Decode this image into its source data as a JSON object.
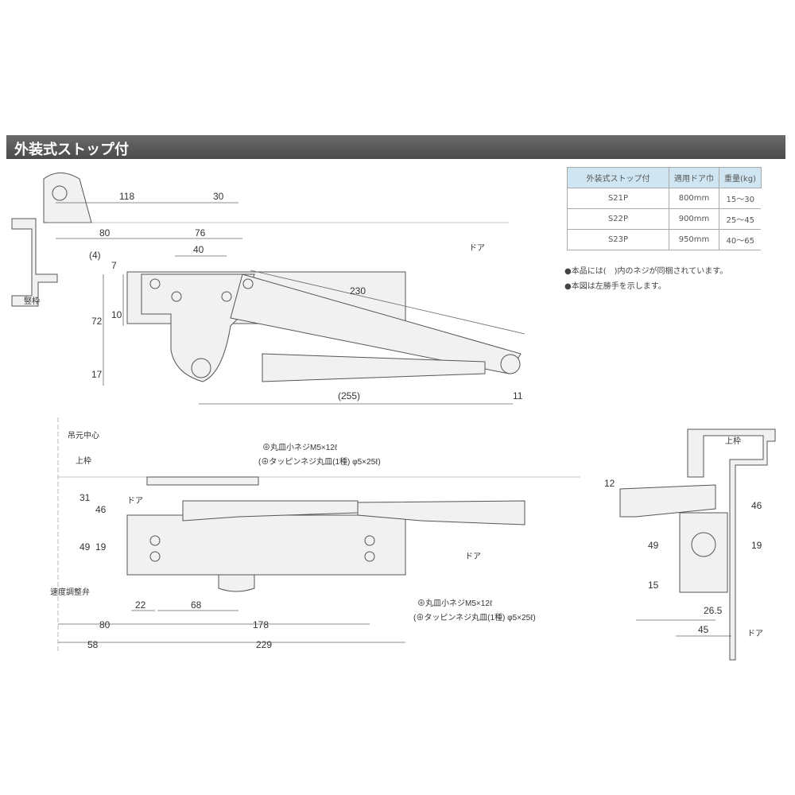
{
  "title": "外装式ストップ付",
  "table": {
    "headers": [
      "外装式ストップ付",
      "適用ドア巾",
      "重量(kg)"
    ],
    "rows": [
      [
        "S21P",
        "800mm",
        "15〜30"
      ],
      [
        "S22P",
        "900mm",
        "25〜45"
      ],
      [
        "S23P",
        "950mm",
        "40〜65"
      ]
    ]
  },
  "notes": [
    "●本品には(　)内のネジが同梱されています。",
    "●本図は左勝手を示します。"
  ],
  "top_view": {
    "frame_label": "竪枠",
    "door_label": "ドア",
    "dims": {
      "d118": "118",
      "d30": "30",
      "d80": "80",
      "d76": "76",
      "d40": "40",
      "d4": "(4)",
      "d7": "7",
      "d10": "10",
      "d72": "72",
      "d17": "17",
      "d230": "230",
      "d255": "(255)",
      "d11": "11"
    }
  },
  "front_view": {
    "pivot_center": "吊元中心",
    "top_frame": "上枠",
    "door_label": "ドア",
    "door_label_right": "ドア",
    "valve_label": "速度調整弁",
    "screw_note_top": [
      "⊕丸皿小ネジM5×12ℓ",
      "(⊕タッピンネジ丸皿(1種) φ5×25ℓ)"
    ],
    "screw_note_bottom": [
      "⊕丸皿小ネジM5×12ℓ",
      "(⊕タッピンネジ丸皿(1種) φ5×25ℓ)"
    ],
    "dims": {
      "d31": "31",
      "d46": "46",
      "d49": "49",
      "d19": "19",
      "d22": "22",
      "d68": "68",
      "d80": "80",
      "d178": "178",
      "d58": "58",
      "d229": "229"
    }
  },
  "side_view": {
    "top_frame": "上枠",
    "door_label": "ドア",
    "dims": {
      "d12": "12",
      "d46": "46",
      "d19": "19",
      "d49": "49",
      "d15": "15",
      "d26_5": "26.5",
      "d45": "45"
    }
  }
}
